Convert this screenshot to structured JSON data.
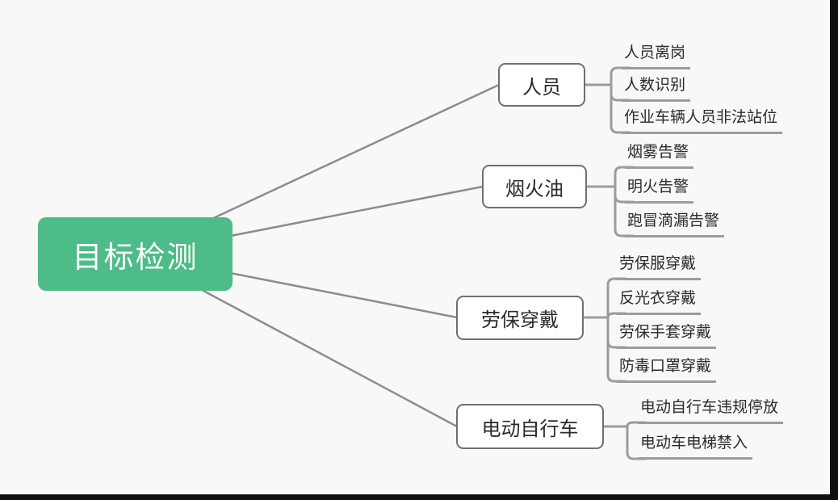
{
  "colors": {
    "background": "#f8f8f8",
    "accent_green": "#4dbc88",
    "connector_line": "#8c8c8c",
    "bracket_line": "#9c9c9c",
    "node_border": "#6f6f6f",
    "text": "#2b2b2b",
    "screen_edge": "#101010"
  },
  "root": {
    "label": "目标检测"
  },
  "branches": [
    {
      "label": "人员",
      "children": [
        "人员离岗",
        "人数识别",
        "作业车辆人员非法站位"
      ]
    },
    {
      "label": "烟火油",
      "children": [
        "烟雾告警",
        "明火告警",
        "跑冒滴漏告警"
      ]
    },
    {
      "label": "劳保穿戴",
      "children": [
        "劳保服穿戴",
        "反光衣穿戴",
        "劳保手套穿戴",
        "防毒口罩穿戴"
      ]
    },
    {
      "label": "电动自行车",
      "children": [
        "电动自行车违规停放",
        "电动车电梯禁入"
      ]
    }
  ]
}
